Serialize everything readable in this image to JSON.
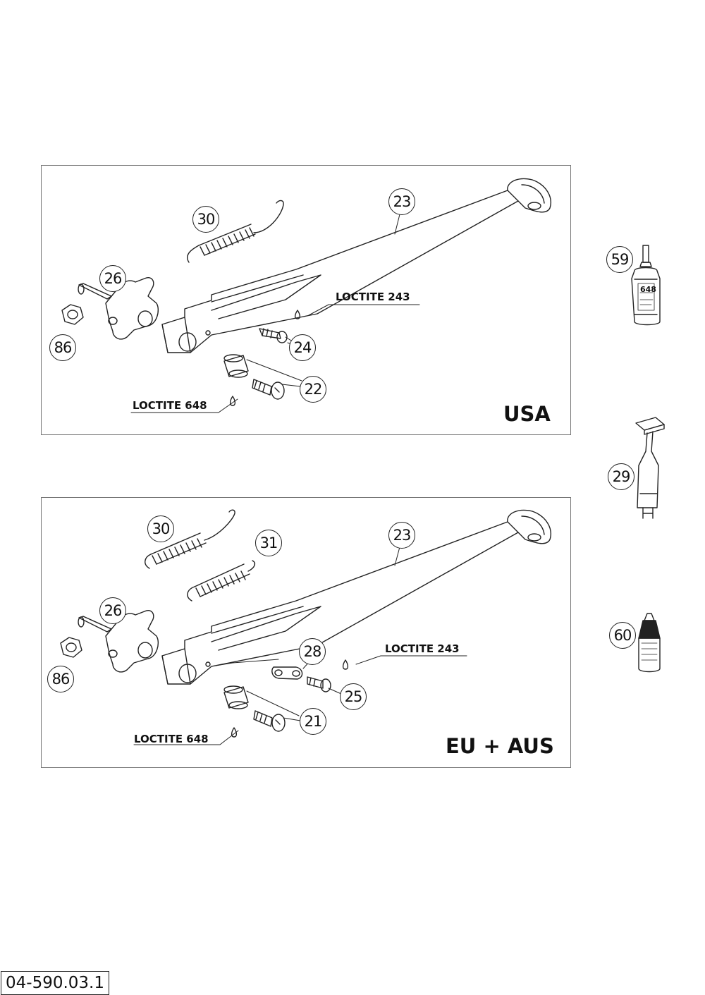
{
  "panels": {
    "usa": {
      "region_label": "USA",
      "sealant_upper": "LOCTITE 243",
      "sealant_lower": "LOCTITE 648",
      "callouts": [
        "23",
        "30",
        "26",
        "86",
        "24",
        "22"
      ]
    },
    "eu": {
      "region_label": "EU + AUS",
      "sealant_upper": "LOCTITE 243",
      "sealant_lower": "LOCTITE 648",
      "callouts": [
        "23",
        "30",
        "31",
        "26",
        "86",
        "28",
        "25",
        "21"
      ]
    }
  },
  "side_parts": [
    "59",
    "29",
    "60"
  ],
  "bottle_label": "648",
  "drawing_code": "04-590.03.1"
}
